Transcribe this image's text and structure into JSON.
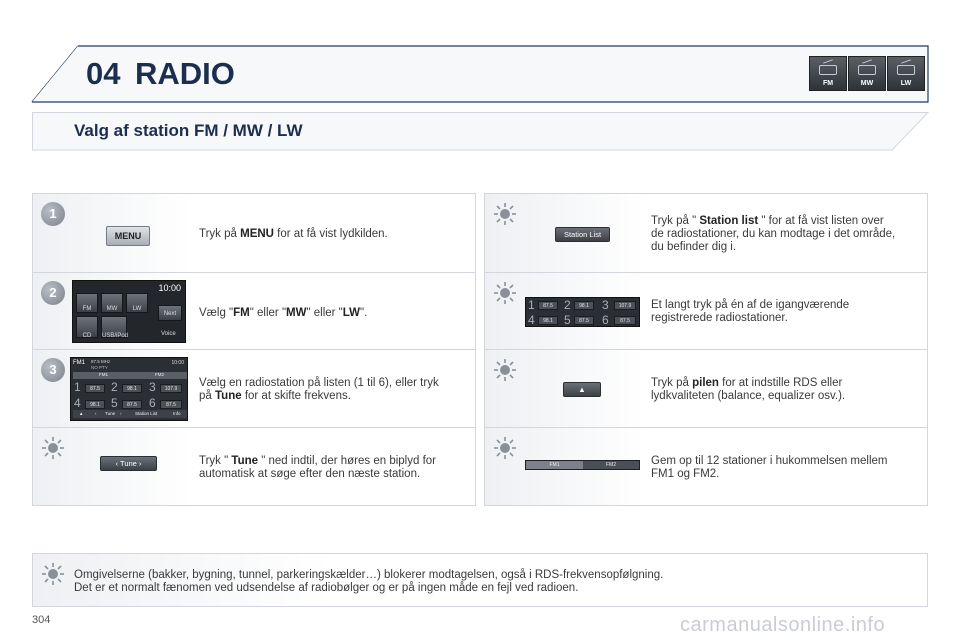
{
  "header": {
    "chapter_number": "04",
    "chapter_title": "RADIO",
    "band_buttons": [
      "FM",
      "MW",
      "LW"
    ]
  },
  "section": {
    "title": "Valg af station FM / MW / LW"
  },
  "steps_left": [
    {
      "badge": "1",
      "icon": "step-number",
      "thumb": {
        "label": "MENU"
      },
      "text_pre": "Tryk på ",
      "bold1": "MENU",
      "text_mid": " for at få vist lydkilden.",
      "bold2": "",
      "text_post": ""
    },
    {
      "badge": "2",
      "icon": "step-number",
      "thumb": {
        "clock": "10:00",
        "tiles": [
          "FM",
          "MW",
          "LW",
          "CD",
          "USB/iPod"
        ],
        "next": "Next",
        "voice": "Voice"
      },
      "text_pre": "Vælg \"",
      "bold1": "FM",
      "text_mid": "\" eller \"",
      "bold2": "MW",
      "text_mid2": "\" eller \"",
      "bold3": "LW",
      "text_post": "\"."
    },
    {
      "badge": "3",
      "icon": "step-number",
      "thumb": {
        "band": "FM1",
        "freq": "87.5 MHz",
        "pty": "NO PTY",
        "time": "10:00",
        "tabs": [
          "FM1",
          "FM2"
        ],
        "presets": [
          {
            "n": "1",
            "v": "87.5"
          },
          {
            "n": "2",
            "v": "98.1"
          },
          {
            "n": "3",
            "v": "107.9"
          },
          {
            "n": "4",
            "v": "98.1"
          },
          {
            "n": "5",
            "v": "87.5"
          },
          {
            "n": "6",
            "v": "87.5"
          }
        ],
        "bottom": [
          "▲",
          "‹",
          "Tune",
          "›",
          "Station List",
          "Info"
        ]
      },
      "line1": "Vælg en radiostation på listen (1 til 6), eller tryk",
      "line2_pre": "på ",
      "line2_bold": "Tune",
      "line2_post": " for at skifte frekvens."
    },
    {
      "badge": "",
      "icon": "tip-icon",
      "thumb": {
        "label": "‹   Tune   ›"
      },
      "line1_pre": "Tryk \" ",
      "line1_bold": "Tune",
      "line1_post": " \" ned indtil, der høres en biplyd for",
      "line2": "automatisk at søge efter den næste station."
    }
  ],
  "steps_right": [
    {
      "icon": "tip-icon",
      "thumb": {
        "label": "Station List"
      },
      "line1_pre": "Tryk på \" ",
      "line1_bold": "Station list",
      "line1_post": " \" for at få vist listen over",
      "line2": "de radiostationer, du kan modtage i det område,",
      "line3": "du befinder dig i."
    },
    {
      "icon": "tip-icon",
      "thumb": {
        "presets": [
          {
            "n": "1",
            "v": "87.5"
          },
          {
            "n": "2",
            "v": "98.1"
          },
          {
            "n": "3",
            "v": "107.9"
          },
          {
            "n": "4",
            "v": "98.1"
          },
          {
            "n": "5",
            "v": "87.5"
          },
          {
            "n": "6",
            "v": "87.5"
          }
        ]
      },
      "line1": "Et langt tryk på én af de igangværende",
      "line2": "registrerede radiostationer."
    },
    {
      "icon": "tip-icon",
      "thumb": {
        "label": "▲"
      },
      "line1_pre": "Tryk på ",
      "line1_bold": "pilen",
      "line1_post": " for at indstille RDS eller",
      "line2": "lydkvaliteten (balance, equalizer osv.)."
    },
    {
      "icon": "tip-icon",
      "thumb": {
        "tabs": [
          "FM1",
          "FM2"
        ]
      },
      "line1": "Gem op til 12 stationer i hukommelsen mellem",
      "line2": "FM1 og FM2."
    }
  ],
  "note": {
    "icon": "tip-icon",
    "line1": "Omgivelserne (bakker, bygning, tunnel, parkeringskælder…) blokerer modtagelsen, også i RDS-frekvensopfølgning.",
    "line2": "Det er et normalt fænomen ved udsendelse af radiobølger og er på ingen måde en fejl ved radioen."
  },
  "footer": {
    "page_number": "304",
    "watermark": "carmanualsonline.info"
  },
  "colors": {
    "title_navy": "#1c2e4f",
    "border_navy": "#1f3b63",
    "cell_border": "#d3d7dd"
  }
}
